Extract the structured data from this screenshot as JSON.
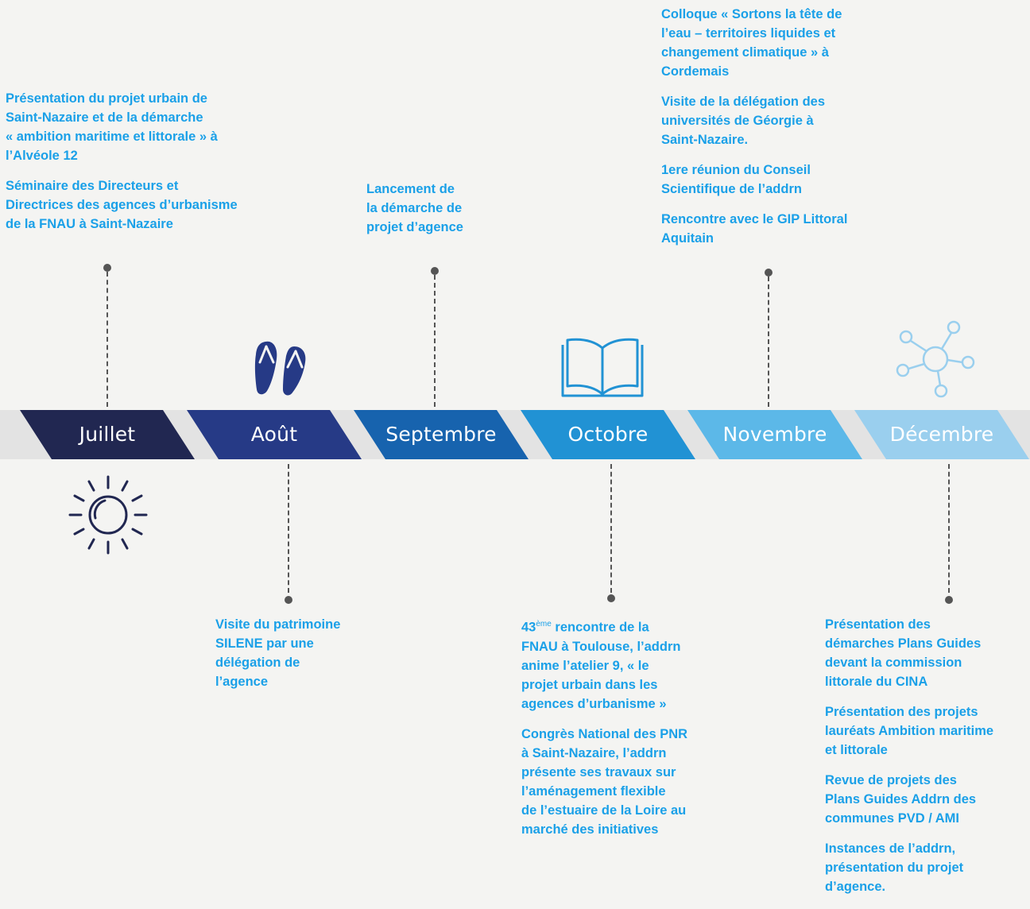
{
  "months": [
    {
      "label": "Juillet",
      "color": "#212751"
    },
    {
      "label": "Août",
      "color": "#263a86"
    },
    {
      "label": "Septembre",
      "color": "#1763ae"
    },
    {
      "label": "Octobre",
      "color": "#2192d4"
    },
    {
      "label": "Novembre",
      "color": "#5cb8e8"
    },
    {
      "label": "Décembre",
      "color": "#9acfee"
    }
  ],
  "colors": {
    "event_text": "#1aa0e8",
    "connector": "#555555",
    "band": "#e3e3e3",
    "background": "#f4f4f2"
  },
  "icons": {
    "juillet": "sun-icon",
    "aout": "flip-flops-icon",
    "octobre": "open-book-icon",
    "decembre": "network-icon"
  },
  "events": {
    "juillet": [
      "Présentation du projet urbain de\nSaint-Nazaire et de la démarche\n« ambition maritime et littorale » à\nl’Alvéole 12",
      "Séminaire des Directeurs et\nDirectrices des agences d’urbanisme\nde la FNAU à Saint-Nazaire"
    ],
    "aout": [
      "Visite du patrimoine\nSILENE par une\ndélégation de\nl’agence"
    ],
    "septembre": [
      "Lancement de\nla démarche de\nprojet d’agence"
    ],
    "octobre_sup": "ème",
    "octobre_first_num": "43",
    "octobre_first_rest": " rencontre de la\nFNAU à Toulouse, l’addrn\nanime l’atelier 9, « le\nprojet urbain dans les\nagences d’urbanisme »",
    "octobre": [
      "Congrès National des PNR\nà Saint-Nazaire, l’addrn\nprésente ses travaux sur\nl’aménagement flexible\nde l’estuaire de la Loire au\nmarché des initiatives"
    ],
    "novembre": [
      "Colloque « Sortons la tête de\nl’eau – territoires liquides et\nchangement climatique » à\nCordemais",
      "Visite de la délégation des\nuniversités de Géorgie à\nSaint-Nazaire.",
      "1ere réunion du Conseil\nScientifique de l’addrn",
      "Rencontre avec le GIP Littoral\nAquitain"
    ],
    "decembre": [
      "Présentation des\ndémarches Plans Guides\ndevant la commission\nlittorale du CINA",
      "Présentation des projets\nlauréats Ambition maritime\net littorale",
      "Revue de projets des\nPlans Guides Addrn des\ncommunes PVD / AMI",
      "Instances de l’addrn,\nprésentation du projet\nd’agence."
    ]
  }
}
